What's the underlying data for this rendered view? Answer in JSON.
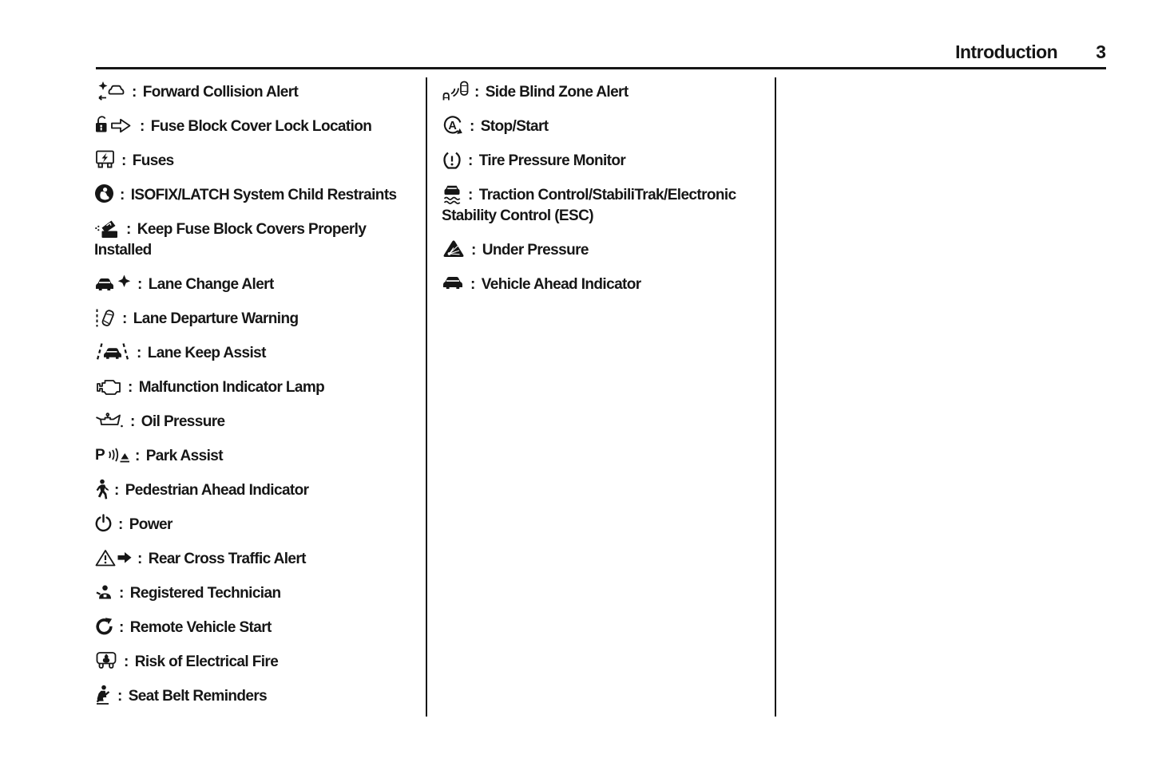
{
  "page": {
    "header": {
      "title": "Introduction",
      "page_number": "3"
    }
  },
  "legend": {
    "separator": ":",
    "columns": [
      {
        "items": [
          {
            "icon": "forward-collision-alert-icon",
            "label": "Forward Collision Alert"
          },
          {
            "icon": "fuse-block-cover-lock-icon",
            "label": "Fuse Block Cover Lock Location"
          },
          {
            "icon": "fuses-icon",
            "label": "Fuses"
          },
          {
            "icon": "isofix-latch-child-restraints-icon",
            "label": "ISOFIX/LATCH System Child Restraints"
          },
          {
            "icon": "keep-fuse-block-covers-icon",
            "label": "Keep Fuse Block Covers Properly Installed"
          },
          {
            "icon": "lane-change-alert-icon",
            "label": "Lane Change Alert"
          },
          {
            "icon": "lane-departure-warning-icon",
            "label": "Lane Departure Warning"
          },
          {
            "icon": "lane-keep-assist-icon",
            "label": "Lane Keep Assist"
          },
          {
            "icon": "malfunction-indicator-lamp-icon",
            "label": "Malfunction Indicator Lamp"
          },
          {
            "icon": "oil-pressure-icon",
            "label": "Oil Pressure"
          },
          {
            "icon": "park-assist-icon",
            "label": "Park Assist"
          },
          {
            "icon": "pedestrian-ahead-indicator-icon",
            "label": "Pedestrian Ahead Indicator"
          },
          {
            "icon": "power-icon",
            "label": "Power"
          },
          {
            "icon": "rear-cross-traffic-alert-icon",
            "label": "Rear Cross Traffic Alert"
          },
          {
            "icon": "registered-technician-icon",
            "label": "Registered Technician"
          },
          {
            "icon": "remote-vehicle-start-icon",
            "label": "Remote Vehicle Start"
          },
          {
            "icon": "risk-of-electrical-fire-icon",
            "label": "Risk of Electrical Fire"
          },
          {
            "icon": "seat-belt-reminders-icon",
            "label": "Seat Belt Reminders"
          }
        ]
      },
      {
        "items": [
          {
            "icon": "side-blind-zone-alert-icon",
            "label": "Side Blind Zone Alert"
          },
          {
            "icon": "stop-start-icon",
            "label": "Stop/Start"
          },
          {
            "icon": "tire-pressure-monitor-icon",
            "label": "Tire Pressure Monitor"
          },
          {
            "icon": "traction-control-stabilitrak-esc-icon",
            "label": "Traction Control/StabiliTrak/Electronic Stability Control (ESC)"
          },
          {
            "icon": "under-pressure-icon",
            "label": "Under Pressure"
          },
          {
            "icon": "vehicle-ahead-indicator-icon",
            "label": "Vehicle Ahead Indicator"
          }
        ]
      }
    ]
  }
}
